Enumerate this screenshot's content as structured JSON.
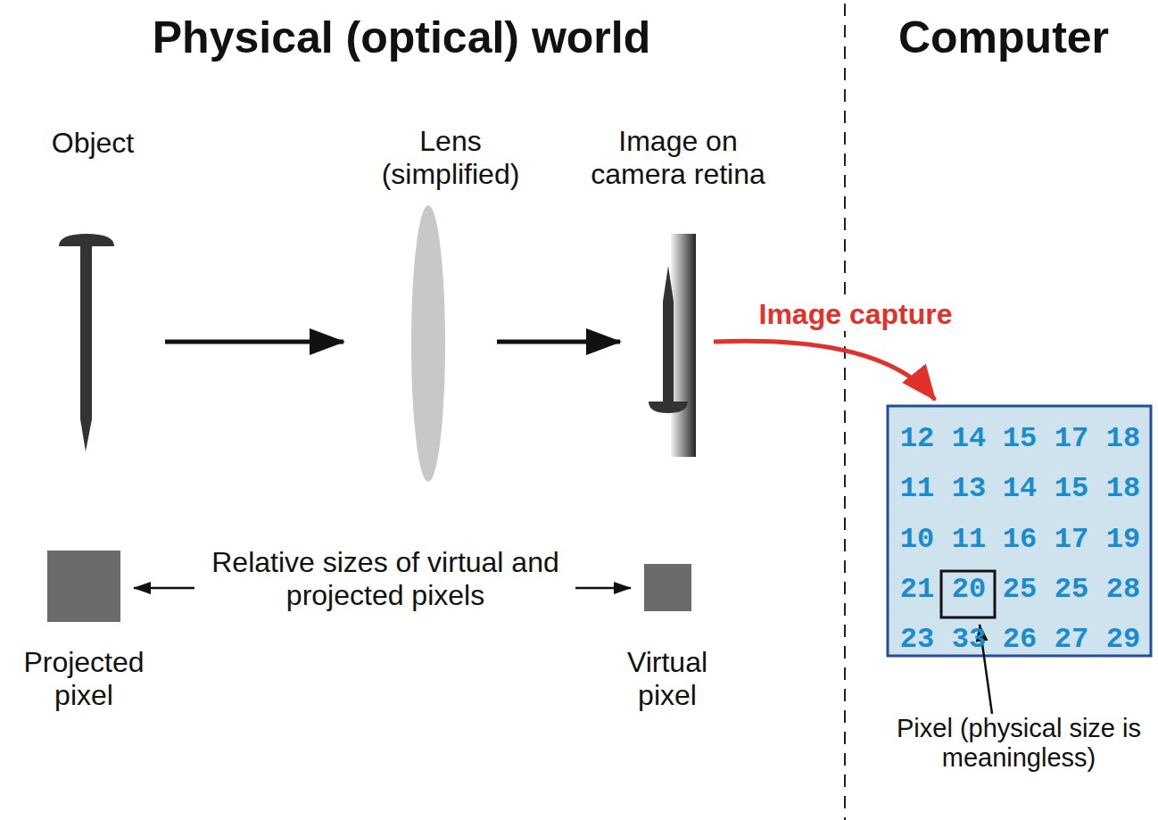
{
  "diagram": {
    "labels": [
      "Physical (optical) world",
      "Computer",
      "Object",
      "Lens (simplified)",
      "Image on camera retina",
      "Image capture",
      "12",
      "14",
      "15",
      "17",
      "18",
      "11",
      "13",
      "14",
      "15",
      "18",
      "10",
      "11",
      "16",
      "17",
      "19",
      "21",
      "20",
      "25",
      "25",
      "28",
      "23",
      "33",
      "26",
      "27",
      "29",
      "Relative sizes of virtual and projected pixels",
      "Projected pixel",
      "Virtual pixel",
      "Pixel (physical size is meaningless)"
    ]
  }
}
